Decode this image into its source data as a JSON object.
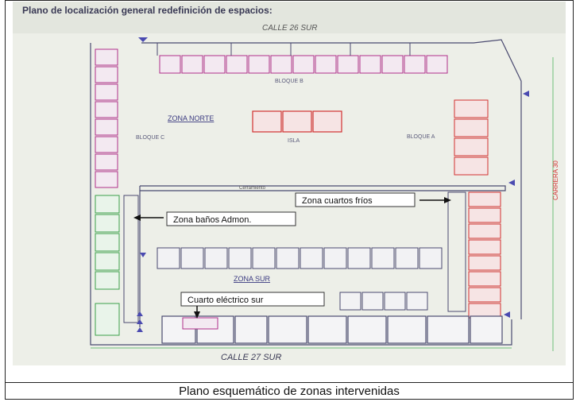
{
  "plan": {
    "title": "Plano de localización general redefinición de espacios:",
    "street_top": "CALLE 26 SUR",
    "street_bottom": "CALLE 27 SUR",
    "street_right": "CARRERA 30",
    "block_b": "BLOQUE B",
    "block_c": "BLOQUE C",
    "block_a": "BLOQUE A",
    "zone_north": "ZONA NORTE",
    "island": "ISLA",
    "zone_south": "ZONA SUR",
    "fence": "Cerramiento",
    "callouts": {
      "cold_rooms": "Zona cuartos fríos",
      "admin_bathrooms": "Zona baños Admon.",
      "electrical_room": "Cuarto eléctrico sur"
    }
  },
  "caption": "Plano esquemático de zonas intervenidas",
  "colors": {
    "paper": "#eef0ea",
    "line": "#4a4a70",
    "wall_magenta": "#b0308a",
    "wall_red": "#d23030",
    "green": "#3aa14a",
    "blue_marker": "#4a4ab0"
  }
}
